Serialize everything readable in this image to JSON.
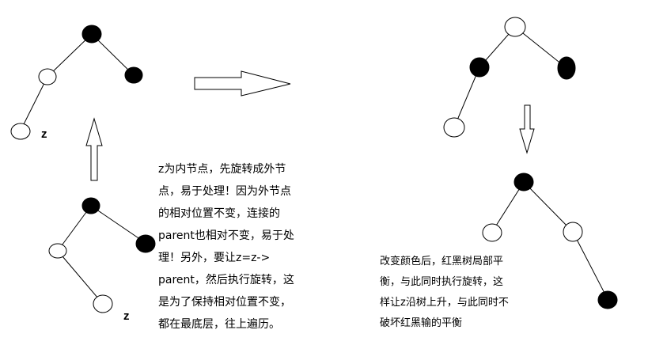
{
  "labels": {
    "z_top": "z",
    "z_bottom": "z"
  },
  "notes": {
    "left": "z为内节点，先旋转成外节\n点，易于处理！因为外节点\n的相对位置不变，连接的\nparent也相对不变，易于处\n理！另外，要让z=z->\nparent，然后执行旋转，这\n是为了保持相对位置不变，\n都在最底层，往上遍历。",
    "right": "改变颜色后，红黑树局部平\n衡，与此同时执行旋转，这\n样让z沿树上升，与此同时不\n破坏红黑输的平衡"
  },
  "colors": {
    "black_node": "#000000",
    "white_node": "#ffffff",
    "stroke": "#000000"
  }
}
